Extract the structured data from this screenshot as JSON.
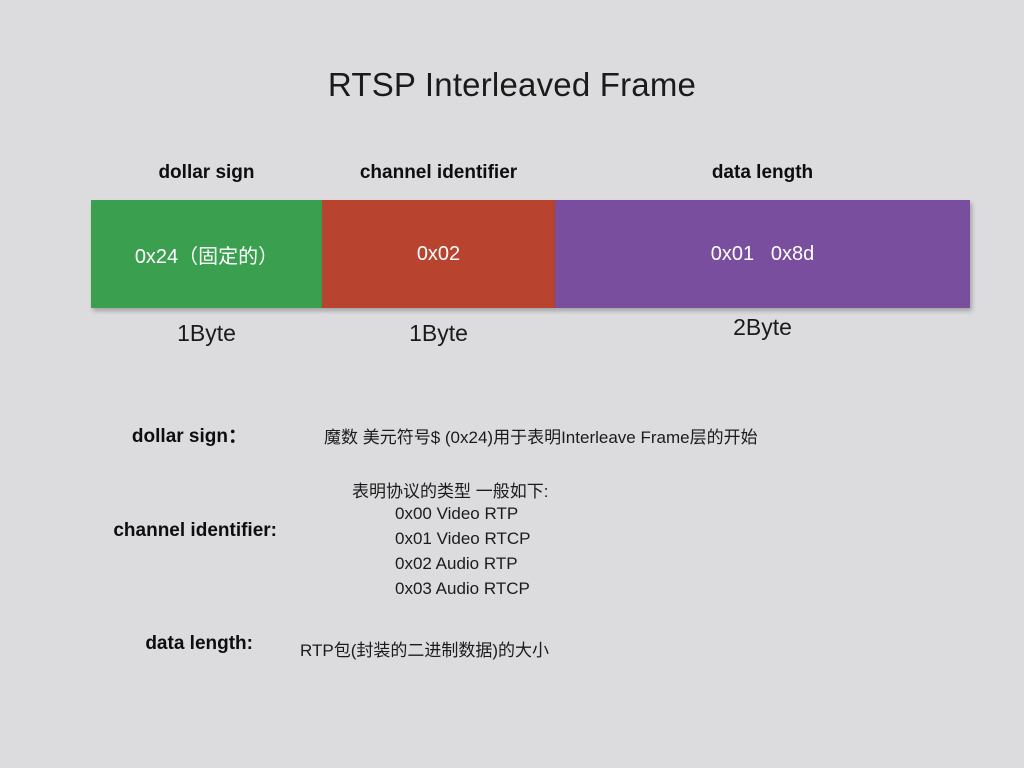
{
  "slide": {
    "title": "RTSP Interleaved Frame",
    "background_color": "#dcdcde"
  },
  "frame_fields": [
    {
      "header": "dollar sign",
      "value": "0x24（固定的）",
      "size": "1Byte",
      "color": "#3a9f4f"
    },
    {
      "header": "channel identifier",
      "value": "0x02",
      "size": "1Byte",
      "color": "#b8432f"
    },
    {
      "header": "data length",
      "value": "0x01   0x8d",
      "size": "2Byte",
      "color": "#7a4e9e"
    }
  ],
  "legend": {
    "dollar_sign": {
      "term": "dollar sign：",
      "description": "魔数 美元符号$ (0x24)用于表明Interleave Frame层的开始"
    },
    "channel_identifier": {
      "term": "channel identifier:",
      "description_head": "表明协议的类型 一般如下:",
      "items": [
        "0x00 Video RTP",
        "0x01 Video RTCP",
        "0x02 Audio RTP",
        "0x03 Audio RTCP"
      ]
    },
    "data_length": {
      "term": "data length:",
      "description": "RTP包(封装的二进制数据)的大小"
    }
  }
}
